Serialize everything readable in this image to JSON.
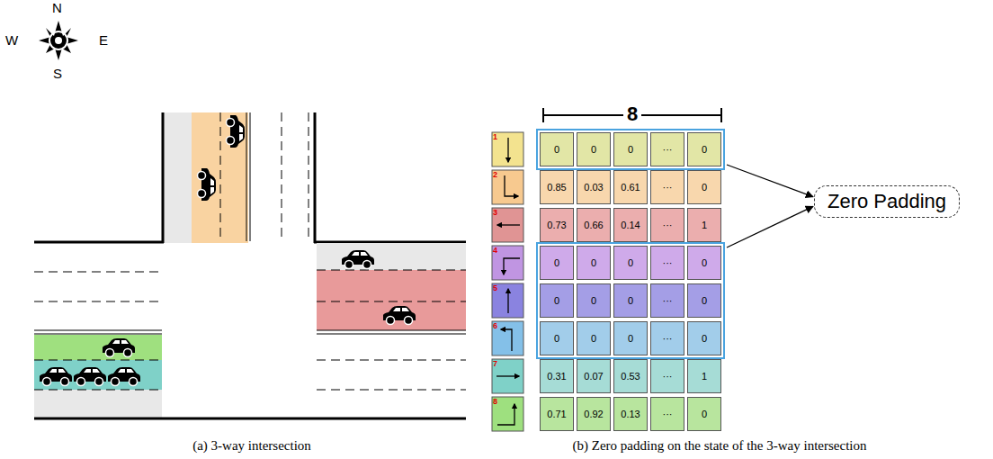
{
  "diagram": {
    "nodes": [
      {
        "text": [
          "0",
          "0",
          "0",
          "···",
          "0"
        ]
      },
      {
        "text": [
          "0",
          "0",
          "0",
          "···",
          "0",
          "0",
          "0",
          "0",
          "···",
          "0",
          "0",
          "0",
          "0",
          "···",
          "0"
        ]
      },
      {
        "text": [
          "Zero Padding"
        ]
      }
    ],
    "edges": [
      {
        "from": 0,
        "to": 2,
        "arrow": "to"
      },
      {
        "from": 1,
        "to": 2,
        "arrow": "to"
      }
    ],
    "labels": [
      "N",
      "W",
      "E",
      "S",
      "8",
      "1",
      "2",
      "3",
      "4",
      "5",
      "6",
      "7",
      "8",
      "0.85",
      "0.03",
      "0.61",
      "···",
      "0",
      "0.73",
      "0.66",
      "0.14",
      "···",
      "1",
      "0.31",
      "0.07",
      "0.53",
      "···",
      "1",
      "0.71",
      "0.92",
      "0.13",
      "···",
      "0",
      "(a) 3-way intersection",
      "(b) Zero padding on the state of the 3-way intersection"
    ]
  }
}
